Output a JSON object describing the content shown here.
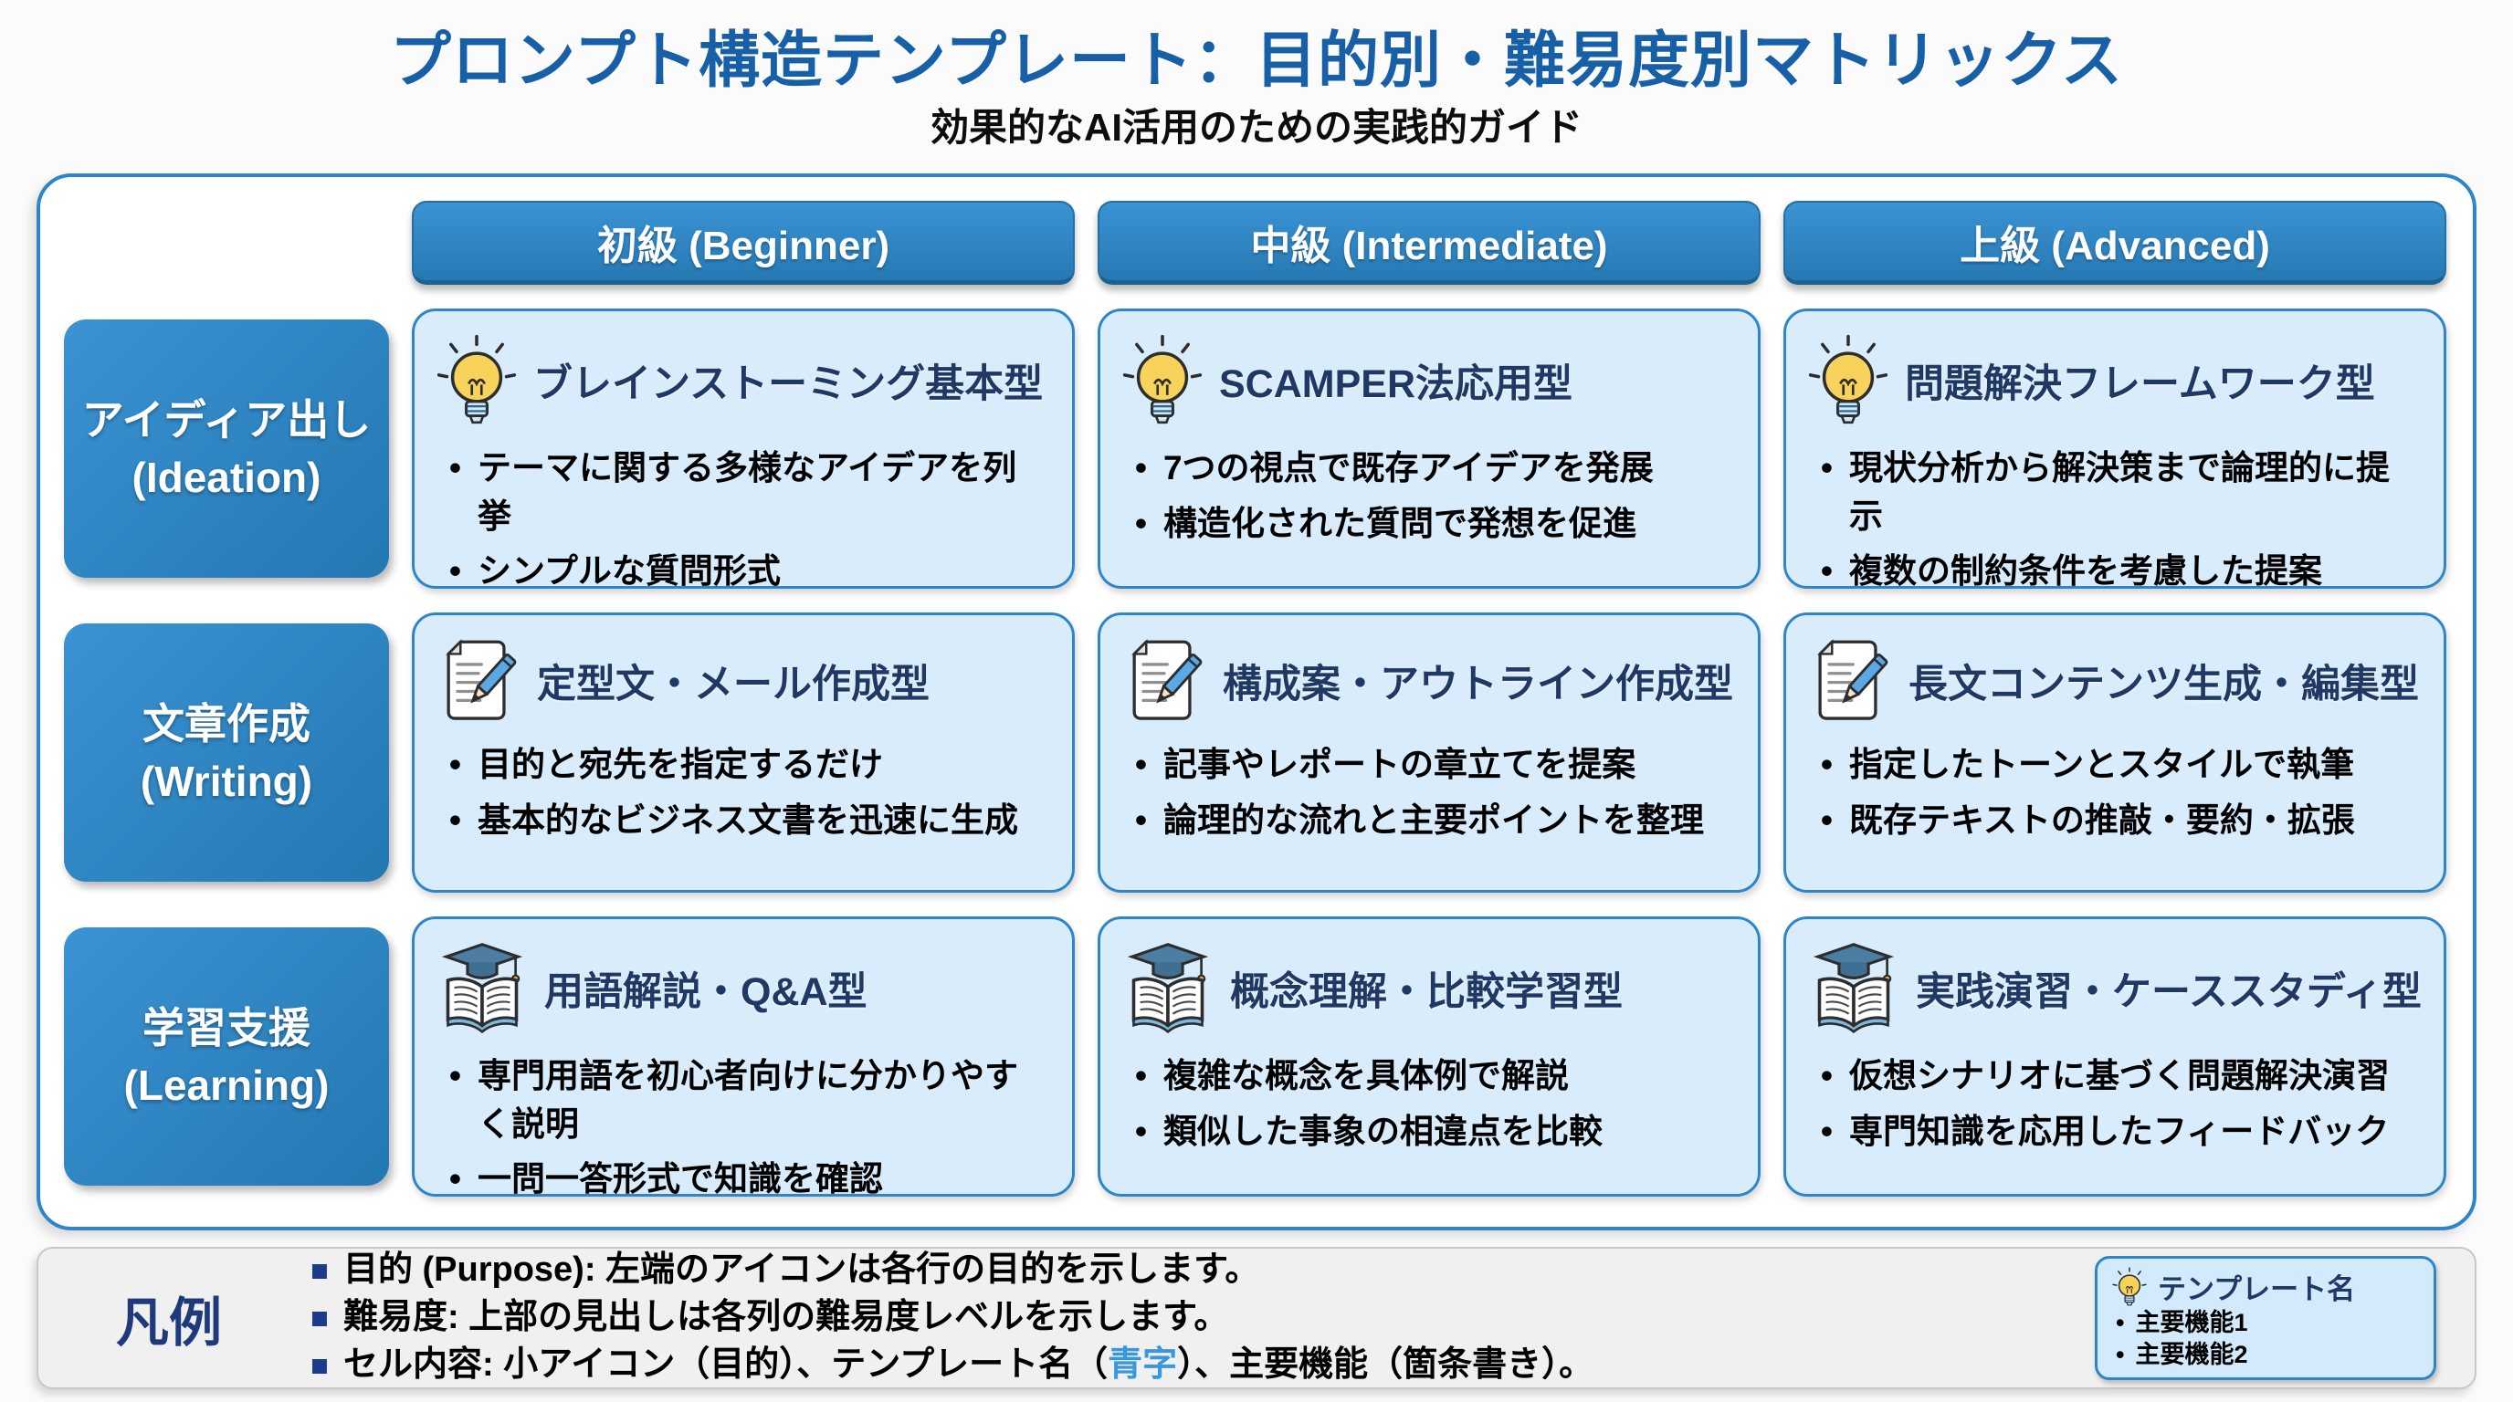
{
  "page": {
    "title": "プロンプト構造テンプレート：目的別・難易度別マトリックス",
    "subtitle": "効果的なAI活用のための実践的ガイド"
  },
  "colors": {
    "accent_blue": "#2e86c8",
    "title_blue": "#1760a8",
    "cell_title_navy": "#1f3864",
    "cell_background": "#d9ecfb",
    "legend_square_navy": "#1e3a8a",
    "legend_blue_word": "#3b97dc"
  },
  "columns": [
    {
      "label": "初級 (Beginner)"
    },
    {
      "label": "中級 (Intermediate)"
    },
    {
      "label": "上級 (Advanced)"
    }
  ],
  "rows": [
    {
      "label_ja": "アイディア出し",
      "label_en": "(Ideation)",
      "icon": "lightbulb-icon",
      "cells": [
        {
          "title": "ブレインストーミング基本型",
          "bullets": [
            "テーマに関する多様なアイデアを列挙",
            "シンプルな質問形式"
          ]
        },
        {
          "title": "SCAMPER法応用型",
          "bullets": [
            "7つの視点で既存アイデアを発展",
            "構造化された質問で発想を促進"
          ]
        },
        {
          "title": "問題解決フレームワーク型",
          "bullets": [
            "現状分析から解決策まで論理的に提示",
            "複数の制約条件を考慮した提案"
          ]
        }
      ]
    },
    {
      "label_ja": "文章作成",
      "label_en": "(Writing)",
      "icon": "document-pencil-icon",
      "cells": [
        {
          "title": "定型文・メール作成型",
          "bullets": [
            "目的と宛先を指定するだけ",
            "基本的なビジネス文書を迅速に生成"
          ]
        },
        {
          "title": "構成案・アウトライン作成型",
          "bullets": [
            "記事やレポートの章立てを提案",
            "論理的な流れと主要ポイントを整理"
          ]
        },
        {
          "title": "長文コンテンツ生成・編集型",
          "bullets": [
            "指定したトーンとスタイルで執筆",
            "既存テキストの推敲・要約・拡張"
          ]
        }
      ]
    },
    {
      "label_ja": "学習支援",
      "label_en": "(Learning)",
      "icon": "graduation-book-icon",
      "cells": [
        {
          "title": "用語解説・Q&A型",
          "bullets": [
            "専門用語を初心者向けに分かりやすく説明",
            "一問一答形式で知識を確認"
          ]
        },
        {
          "title": "概念理解・比較学習型",
          "bullets": [
            "複雑な概念を具体例で解説",
            "類似した事象の相違点を比較"
          ]
        },
        {
          "title": "実践演習・ケーススタディ型",
          "bullets": [
            "仮想シナリオに基づく問題解決演習",
            "専門知識を応用したフィードバック"
          ]
        }
      ]
    }
  ],
  "legend": {
    "label": "凡例",
    "items": [
      {
        "text": "目的 (Purpose): 左端のアイコンは各行の目的を示します。"
      },
      {
        "text": "難易度: 上部の見出しは各列の難易度レベルを示します。"
      },
      {
        "part1": "セル内容: 小アイコン（目的）、テンプレート名（",
        "blue": "青字",
        "part2": "）、主要機能（箇条書き）。"
      }
    ],
    "sample_card": {
      "icon": "lightbulb-icon",
      "title": "テンプレート名",
      "bullets": [
        "主要機能1",
        "主要機能2"
      ]
    }
  }
}
